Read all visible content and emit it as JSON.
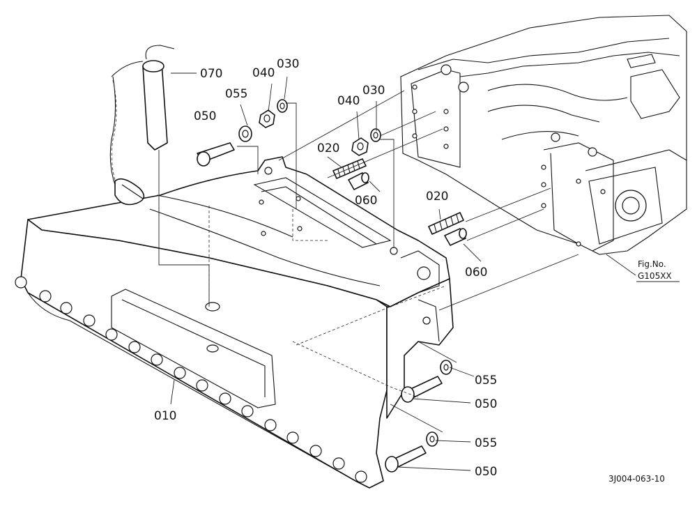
{
  "callouts": [
    {
      "id": "c010",
      "text": "010"
    },
    {
      "id": "c020a",
      "text": "020"
    },
    {
      "id": "c020b",
      "text": "020"
    },
    {
      "id": "c030a",
      "text": "030"
    },
    {
      "id": "c030b",
      "text": "030"
    },
    {
      "id": "c040a",
      "text": "040"
    },
    {
      "id": "c040b",
      "text": "040"
    },
    {
      "id": "c050a",
      "text": "050"
    },
    {
      "id": "c050b",
      "text": "050"
    },
    {
      "id": "c050c",
      "text": "050"
    },
    {
      "id": "c055a",
      "text": "055"
    },
    {
      "id": "c055b",
      "text": "055"
    },
    {
      "id": "c055c",
      "text": "055"
    },
    {
      "id": "c060a",
      "text": "060"
    },
    {
      "id": "c060b",
      "text": "060"
    },
    {
      "id": "c070",
      "text": "070"
    }
  ],
  "figure_ref": {
    "line1": "Fig.No.",
    "line2": "G105XX"
  },
  "drawing_code": "3J004-063-10"
}
